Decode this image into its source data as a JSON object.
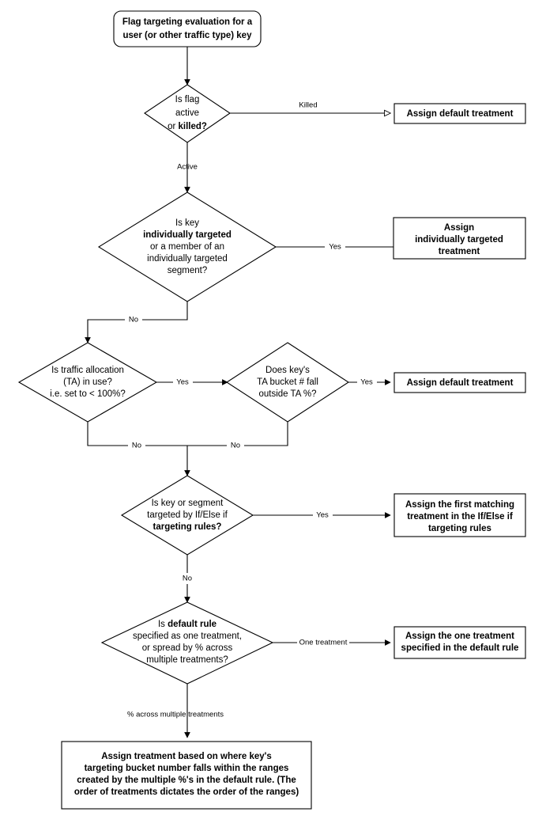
{
  "diagram": {
    "type": "flowchart",
    "title": "Flag targeting evaluation flow",
    "colors": {
      "background": "#ffffff",
      "stroke": "#000000",
      "fill": "#ffffff",
      "text": "#000000"
    },
    "nodes": {
      "start": {
        "shape": "rounded-rectangle",
        "lines": [
          "Flag targeting evaluation for a",
          "user (or other traffic type) key"
        ]
      },
      "d1": {
        "shape": "diamond",
        "lines": [
          "Is flag",
          "active",
          "or killed?"
        ],
        "bold_lines": [
          false,
          false,
          false
        ],
        "bold_words": [
          "killed?"
        ]
      },
      "b1": {
        "shape": "rectangle",
        "lines": [
          "Assign default treatment"
        ]
      },
      "d2": {
        "shape": "diamond",
        "lines": [
          "Is key",
          "individually targeted",
          "or a member of an",
          "individually targeted",
          "segment?"
        ],
        "bold_lines": [
          false,
          true,
          false,
          false,
          false
        ]
      },
      "b2": {
        "shape": "rectangle",
        "lines": [
          "Assign",
          "individually targeted",
          "treatment"
        ]
      },
      "d3": {
        "shape": "diamond",
        "lines": [
          "Is traffic allocation",
          "(TA) in use?",
          "i.e. set to < 100%?"
        ],
        "bold_lines": [
          false,
          false,
          false
        ]
      },
      "d4": {
        "shape": "diamond",
        "lines": [
          "Does key's",
          "TA bucket # fall",
          "outside TA %?"
        ],
        "bold_lines": [
          false,
          false,
          false
        ]
      },
      "b3": {
        "shape": "rectangle",
        "lines": [
          "Assign default treatment"
        ]
      },
      "d5": {
        "shape": "diamond",
        "lines": [
          "Is key or segment",
          "targeted by If/Else if",
          "targeting rules?"
        ],
        "bold_lines": [
          false,
          false,
          true
        ]
      },
      "b4": {
        "shape": "rectangle",
        "lines": [
          "Assign the first matching",
          "treatment in the If/Else if",
          "targeting rules"
        ]
      },
      "d6": {
        "shape": "diamond",
        "lines": [
          "Is default rule",
          "specified as one treatment,",
          "or spread by % across",
          "multiple treatments?"
        ],
        "bold_lines": [
          false,
          false,
          false,
          false
        ],
        "bold_words": [
          "default rule"
        ]
      },
      "b5": {
        "shape": "rectangle",
        "lines": [
          "Assign the one treatment",
          "specified in the default rule"
        ]
      },
      "b6": {
        "shape": "rectangle",
        "lines": [
          "Assign treatment based on where key's",
          "targeting bucket number falls within the ranges",
          "created by the multiple %'s in the default rule. (The",
          "order of treatments dictates the order of the ranges)"
        ]
      }
    },
    "edges": {
      "e_start_d1": {
        "label": ""
      },
      "e_d1_b1": {
        "label": "Killed"
      },
      "e_d1_d2": {
        "label": "Active"
      },
      "e_d2_b2": {
        "label": "Yes"
      },
      "e_d2_d3": {
        "label": "No"
      },
      "e_d3_d4": {
        "label": "Yes"
      },
      "e_d4_b3": {
        "label": "Yes"
      },
      "e_d3_d5": {
        "label": "No"
      },
      "e_d4_d5": {
        "label": "No"
      },
      "e_d5_b4": {
        "label": "Yes"
      },
      "e_d5_d6": {
        "label": "No"
      },
      "e_d6_b5": {
        "label": "One treatment"
      },
      "e_d6_b6": {
        "label": "% across multiple treatments"
      }
    }
  }
}
